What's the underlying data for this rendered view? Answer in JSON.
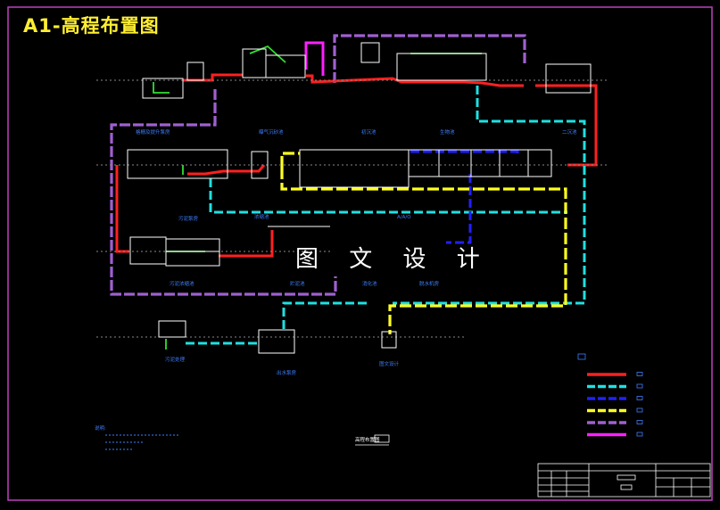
{
  "title": "A1-高程布置图",
  "watermark": "图 文 设 计",
  "colors": {
    "background": "#000000",
    "frame": "#c040c0",
    "red_line": "#ff2020",
    "cyan_line": "#20e0e0",
    "blue_line": "#2020ff",
    "yellow_line": "#ffff20",
    "purple_line": "#a060d0",
    "magenta_line": "#ff20ff",
    "structure": "#ffffff",
    "green": "#30e030",
    "label": "#3f7fff",
    "title": "#ffee33"
  },
  "legend": {
    "entries": [
      {
        "name": "red-line",
        "color": "#ff2020",
        "style": "solid"
      },
      {
        "name": "cyan-line",
        "color": "#20e0e0",
        "style": "dashed"
      },
      {
        "name": "blue-line",
        "color": "#2020ff",
        "style": "dashed"
      },
      {
        "name": "yellow-line",
        "color": "#ffff20",
        "style": "dashed"
      },
      {
        "name": "purple-line",
        "color": "#a060d0",
        "style": "dashed"
      },
      {
        "name": "magenta-line",
        "color": "#ff20ff",
        "style": "solid"
      }
    ]
  },
  "labels": {
    "bottom_center": "高程布置图",
    "notes": "说明:",
    "mid_1": "A/A/O",
    "mid_2": "图文设计"
  }
}
